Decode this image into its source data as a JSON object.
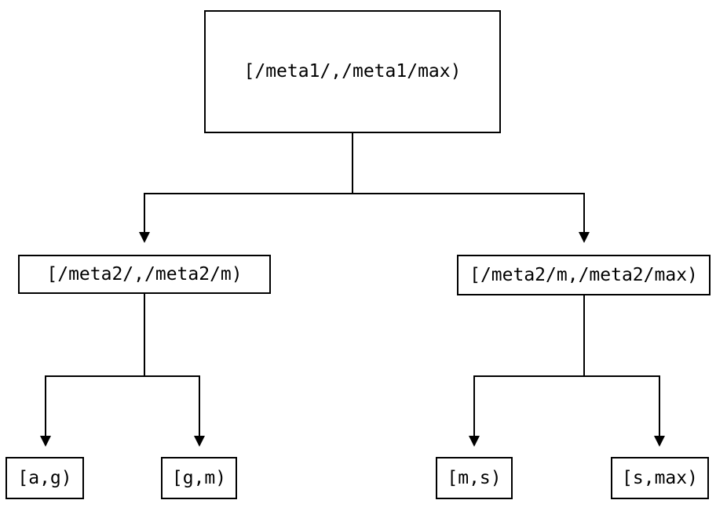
{
  "diagram": {
    "type": "tree",
    "background_color": "#ffffff",
    "line_color": "#000000",
    "box_border_color": "#000000",
    "text_color": "#000000",
    "tree": {
      "root": {
        "label": "[/meta1/,/meta1/max)",
        "children": [
          {
            "label": "[/meta2/,/meta2/m)",
            "children": [
              {
                "label": "[a,g)"
              },
              {
                "label": "[g,m)"
              }
            ]
          },
          {
            "label": "[/meta2/m,/meta2/max)",
            "children": [
              {
                "label": "[m,s)"
              },
              {
                "label": "[s,max)"
              }
            ]
          }
        ]
      }
    }
  }
}
